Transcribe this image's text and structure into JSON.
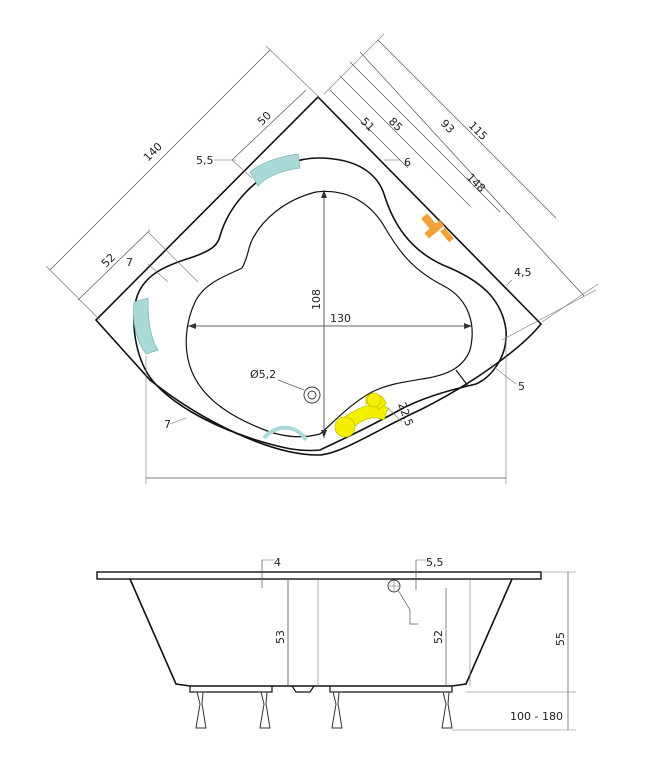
{
  "colors": {
    "headrest": "#a9dad7",
    "faucet_orange": "#f4a13a",
    "handle_yellow": "#f4f000",
    "line": "#111111"
  },
  "plan_view": {
    "dimensions": {
      "d140": "140",
      "d50": "50",
      "d51": "51",
      "d85": "85",
      "d93": "93",
      "d115": "115",
      "d148": "148",
      "d6": "6",
      "d5_5": "5,5",
      "d52": "52",
      "d7_left": "7",
      "d4_5": "4,5",
      "d108": "108",
      "d130": "130",
      "d5": "5",
      "drain": "Ø5,2",
      "d22_5": "22,5",
      "d7_bottom": "7"
    }
  },
  "side_view": {
    "dimensions": {
      "d4": "4",
      "d5_5": "5,5",
      "d53": "53",
      "d52": "52",
      "d55": "55",
      "legs": "100 - 180"
    }
  }
}
